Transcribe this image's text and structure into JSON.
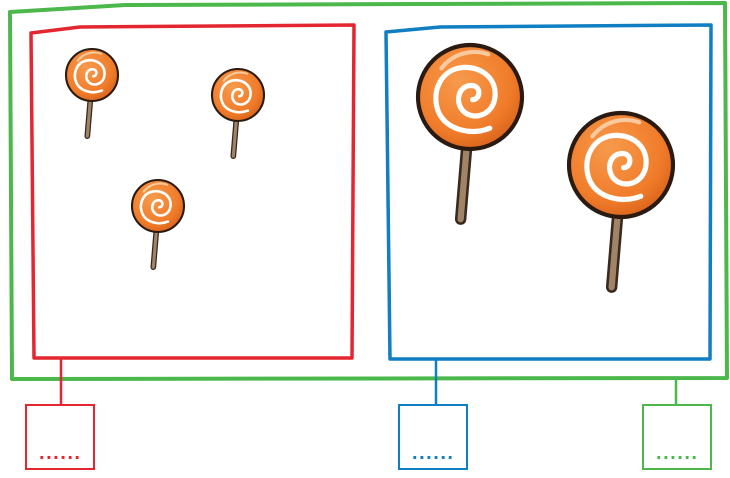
{
  "colors": {
    "outer_frame": "#4cb84c",
    "left_group": "#e3262f",
    "right_group": "#0f7ec2",
    "candy_fill": "#f07c2a",
    "candy_dark": "#c85a15",
    "candy_outline": "#2a1a10",
    "stick": "#a08468"
  },
  "groups": [
    {
      "name": "left-group",
      "lollipop_count": 3,
      "lollipop_size": "small"
    },
    {
      "name": "right-group",
      "lollipop_count": 2,
      "lollipop_size": "large"
    }
  ],
  "answer_boxes": [
    {
      "name": "left-answer-box",
      "placeholder": "......",
      "color": "#e3262f"
    },
    {
      "name": "right-answer-box",
      "placeholder": "......",
      "color": "#0f7ec2"
    },
    {
      "name": "total-answer-box",
      "placeholder": "......",
      "color": "#4cb84c"
    }
  ],
  "icons": [
    "lollipop-icon"
  ]
}
